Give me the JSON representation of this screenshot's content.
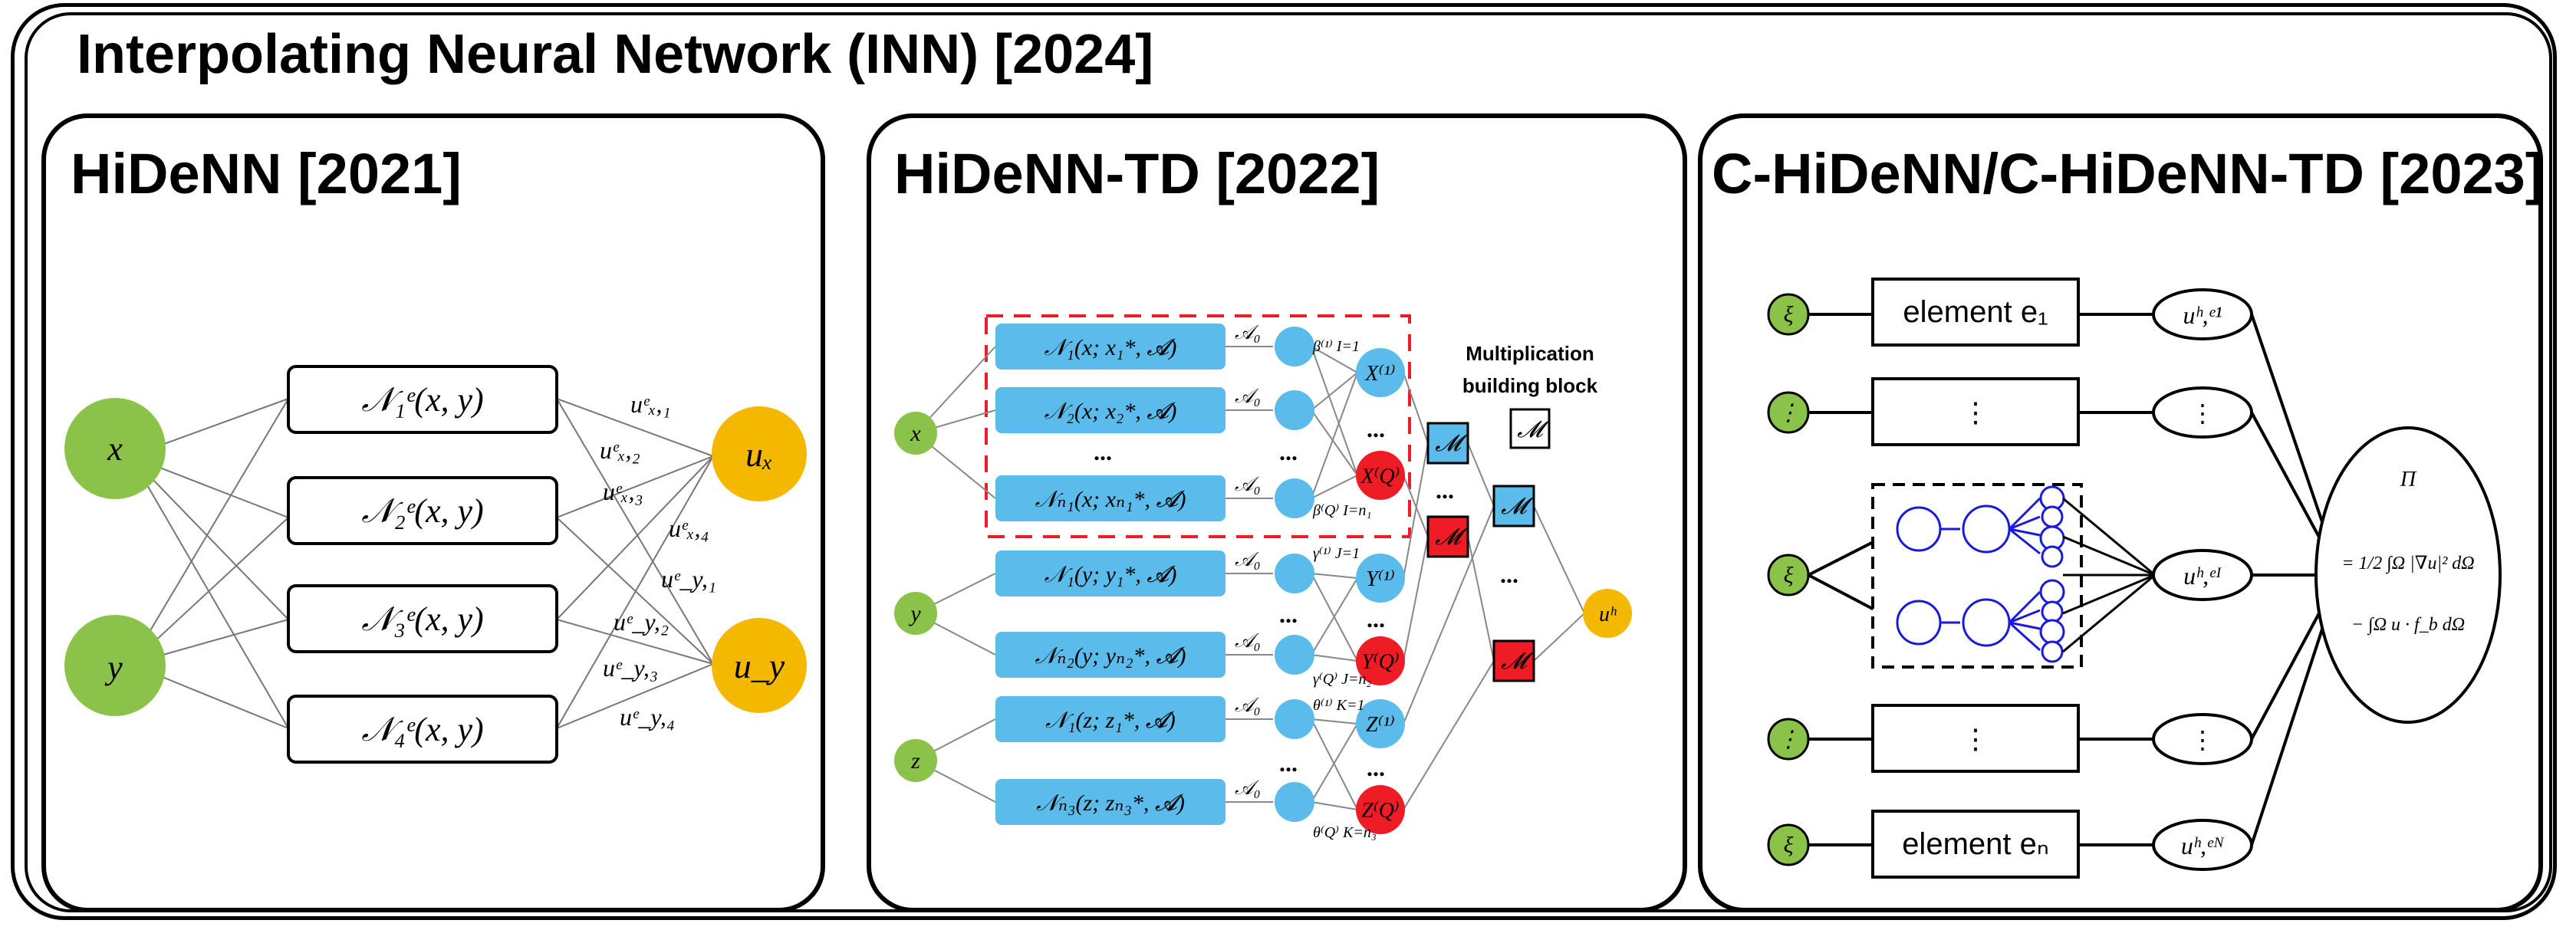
{
  "title": "Interpolating Neural Network (INN) [2024]",
  "panels": [
    {
      "title": "HiDeNN [2021]"
    },
    {
      "title": "HiDeNN-TD [2022]"
    },
    {
      "title": "C-HiDeNN/C-HiDeNN-TD [2023]"
    }
  ],
  "hidenn": {
    "inputs": [
      "x",
      "y"
    ],
    "boxes": [
      "𝒩₁ᵉ(x, y)",
      "𝒩₂ᵉ(x, y)",
      "𝒩₃ᵉ(x, y)",
      "𝒩₄ᵉ(x, y)"
    ],
    "outputs": [
      "uₓ",
      "u_y"
    ],
    "weights": [
      "uᵉₓ,₁",
      "uᵉₓ,₂",
      "uᵉₓ,₃",
      "uᵉₓ,₄",
      "uᵉ_y,₁",
      "uᵉ_y,₂",
      "uᵉ_y,₃",
      "uᵉ_y,₄"
    ]
  },
  "hidenn_td": {
    "inputs": [
      "x",
      "y",
      "z"
    ],
    "boxes": [
      "𝒩₁(x; x₁*, 𝓐)",
      "𝒩₂(x; x₂*, 𝓐)",
      "𝒩ₙ₁(x; xₙ₁*, 𝓐)",
      "𝒩₁(y; y₁*, 𝓐)",
      "𝒩ₙ₂(y; yₙ₂*, 𝓐)",
      "𝒩₁(z; z₁*, 𝓐)",
      "𝒩ₙ₃(z; zₙ₃*, 𝓐)"
    ],
    "a0": "𝒜₀",
    "dots": "...",
    "modes": [
      "X⁽¹⁾",
      "X⁽Q⁾",
      "Y⁽¹⁾",
      "Y⁽Q⁾",
      "Z⁽¹⁾",
      "Z⁽Q⁾"
    ],
    "coef": [
      "β⁽¹⁾ I=1",
      "β⁽Q⁾ I=n₁",
      "γ⁽¹⁾ J=1",
      "γ⁽Q⁾ J=n₂",
      "θ⁽¹⁾ K=1",
      "θ⁽Q⁾ K=n₃"
    ],
    "mult_label": [
      "Multiplication",
      "building block"
    ],
    "m": "𝓜",
    "output": "uʰ"
  },
  "chidenn": {
    "xi": "ξ",
    "vdots": "⋮",
    "elements": [
      "element e₁",
      "element eₙ"
    ],
    "outputs": [
      "uʰ,ᵉ¹",
      "uʰ,ᵉᴵ",
      "uʰ,ᵉᴺ"
    ],
    "functional": [
      "Π",
      "= 1/2 ∫Ω |∇u|² dΩ",
      "− ∫Ω u · f_b dΩ"
    ]
  },
  "colors": {
    "green": "#8bc34a",
    "orange": "#f5b800",
    "blue": "#5bbcec",
    "red": "#ee1c24",
    "dark_blue": "#1a1adb"
  }
}
